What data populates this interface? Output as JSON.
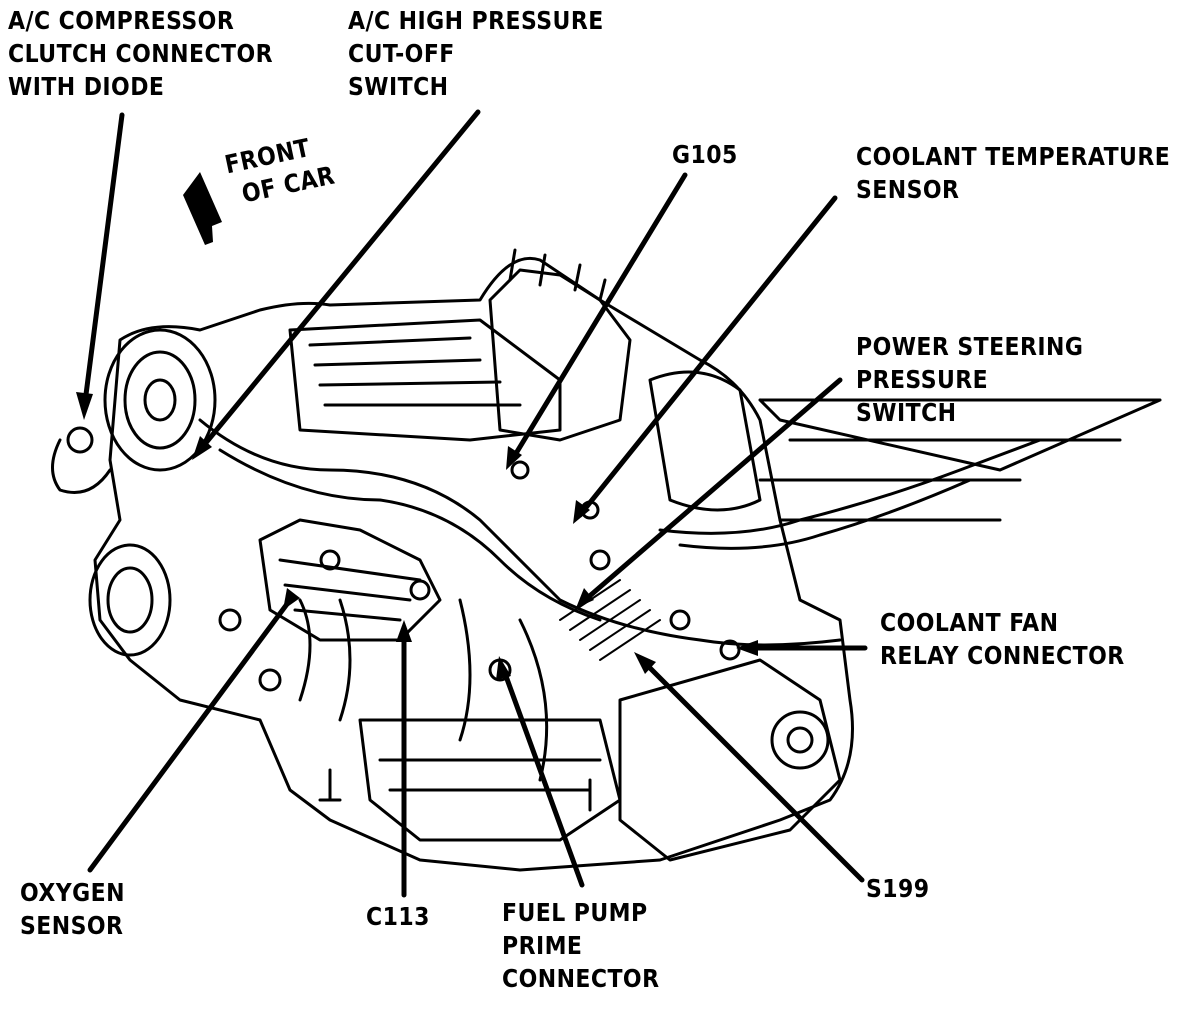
{
  "diagram": {
    "labels": {
      "ac_compressor": [
        "A/C COMPRESSOR",
        "CLUTCH CONNECTOR",
        "WITH DIODE"
      ],
      "ac_high_pressure": [
        "A/C HIGH PRESSURE",
        "CUT-OFF",
        "SWITCH"
      ],
      "front_of_car": [
        "FRONT",
        "OF CAR"
      ],
      "g105": [
        "G105"
      ],
      "coolant_temp": [
        "COOLANT TEMPERATURE",
        "SENSOR"
      ],
      "power_steering": [
        "POWER STEERING",
        "PRESSURE",
        "SWITCH"
      ],
      "coolant_fan": [
        "COOLANT FAN",
        "RELAY CONNECTOR"
      ],
      "oxygen_sensor": [
        "OXYGEN",
        "SENSOR"
      ],
      "c113": [
        "C113"
      ],
      "fuel_pump": [
        "FUEL PUMP",
        "PRIME",
        "CONNECTOR"
      ],
      "s199": [
        "S199"
      ]
    },
    "colors": {
      "ink": "#000000",
      "paper": "#ffffff"
    }
  }
}
